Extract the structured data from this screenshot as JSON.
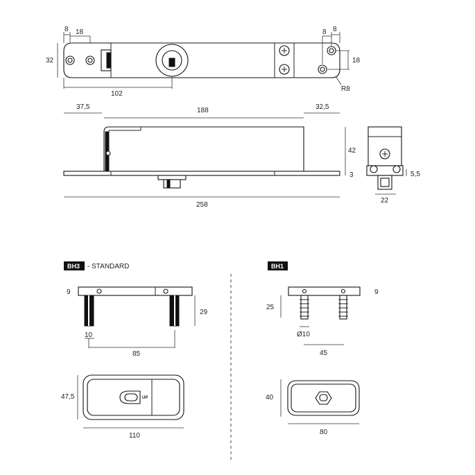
{
  "top_view": {
    "dim_8_left": "8",
    "dim_18_left": "18",
    "dim_32": "32",
    "dim_102": "102",
    "dim_8_right_a": "8",
    "dim_8_right_b": "8",
    "dim_18_right": "18",
    "radius": "R8"
  },
  "side_view": {
    "dim_37_5": "37,5",
    "dim_188": "188",
    "dim_32_5": "32,5",
    "dim_42": "42",
    "dim_3": "3",
    "dim_258": "258"
  },
  "end_view": {
    "dim_5_5": "5,5",
    "dim_22": "22"
  },
  "bh3": {
    "tag": "BH3",
    "caption": "- STANDARD",
    "dim_9": "9",
    "dim_29": "29",
    "dim_10": "10",
    "dim_85": "85",
    "dim_47_5": "47,5",
    "dim_110": "110",
    "up_label": "UP"
  },
  "bh1": {
    "tag": "BH1",
    "dim_9": "9",
    "dim_25": "25",
    "dim_o10": "Ø10",
    "dim_45": "45",
    "dim_40": "40",
    "dim_80": "80"
  }
}
